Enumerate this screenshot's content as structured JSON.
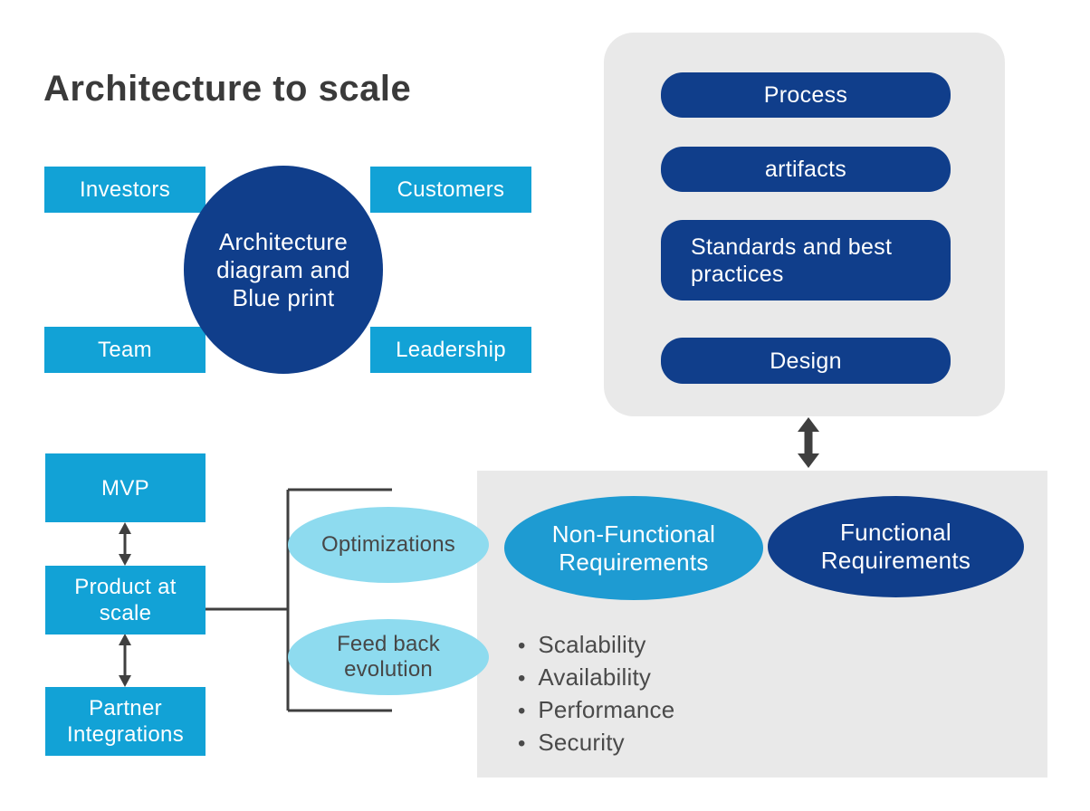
{
  "title": "Architecture to scale",
  "stakeholder_map": {
    "center_label": "Architecture\ndiagram and\nBlue print",
    "investors": "Investors",
    "customers": "Customers",
    "team": "Team",
    "leadership": "Leadership"
  },
  "process_panel": {
    "items": [
      "Process",
      "artifacts",
      "Standards and best\npractices",
      "Design"
    ]
  },
  "product_flow": {
    "mvp": "MVP",
    "product_at_scale": "Product at\nscale",
    "partner_integrations": "Partner\nIntegrations",
    "optimizations": "Optimizations",
    "feedback_evolution": "Feed back\nevolution"
  },
  "requirements_panel": {
    "non_functional": "Non-Functional\nRequirements",
    "functional": "Functional\nRequirements",
    "bullets": [
      "Scalability",
      "Availability",
      "Performance",
      "Security"
    ]
  },
  "colors": {
    "cyan_box": "#12a2d6",
    "navy": "#103e8b",
    "medium_blue_ellipse": "#1e9bd2",
    "light_cyan_ellipse": "#8edbef",
    "panel_gray": "#e9e9e9",
    "connector_gray": "#3f3f3f",
    "title_text": "#3a3a3a"
  }
}
